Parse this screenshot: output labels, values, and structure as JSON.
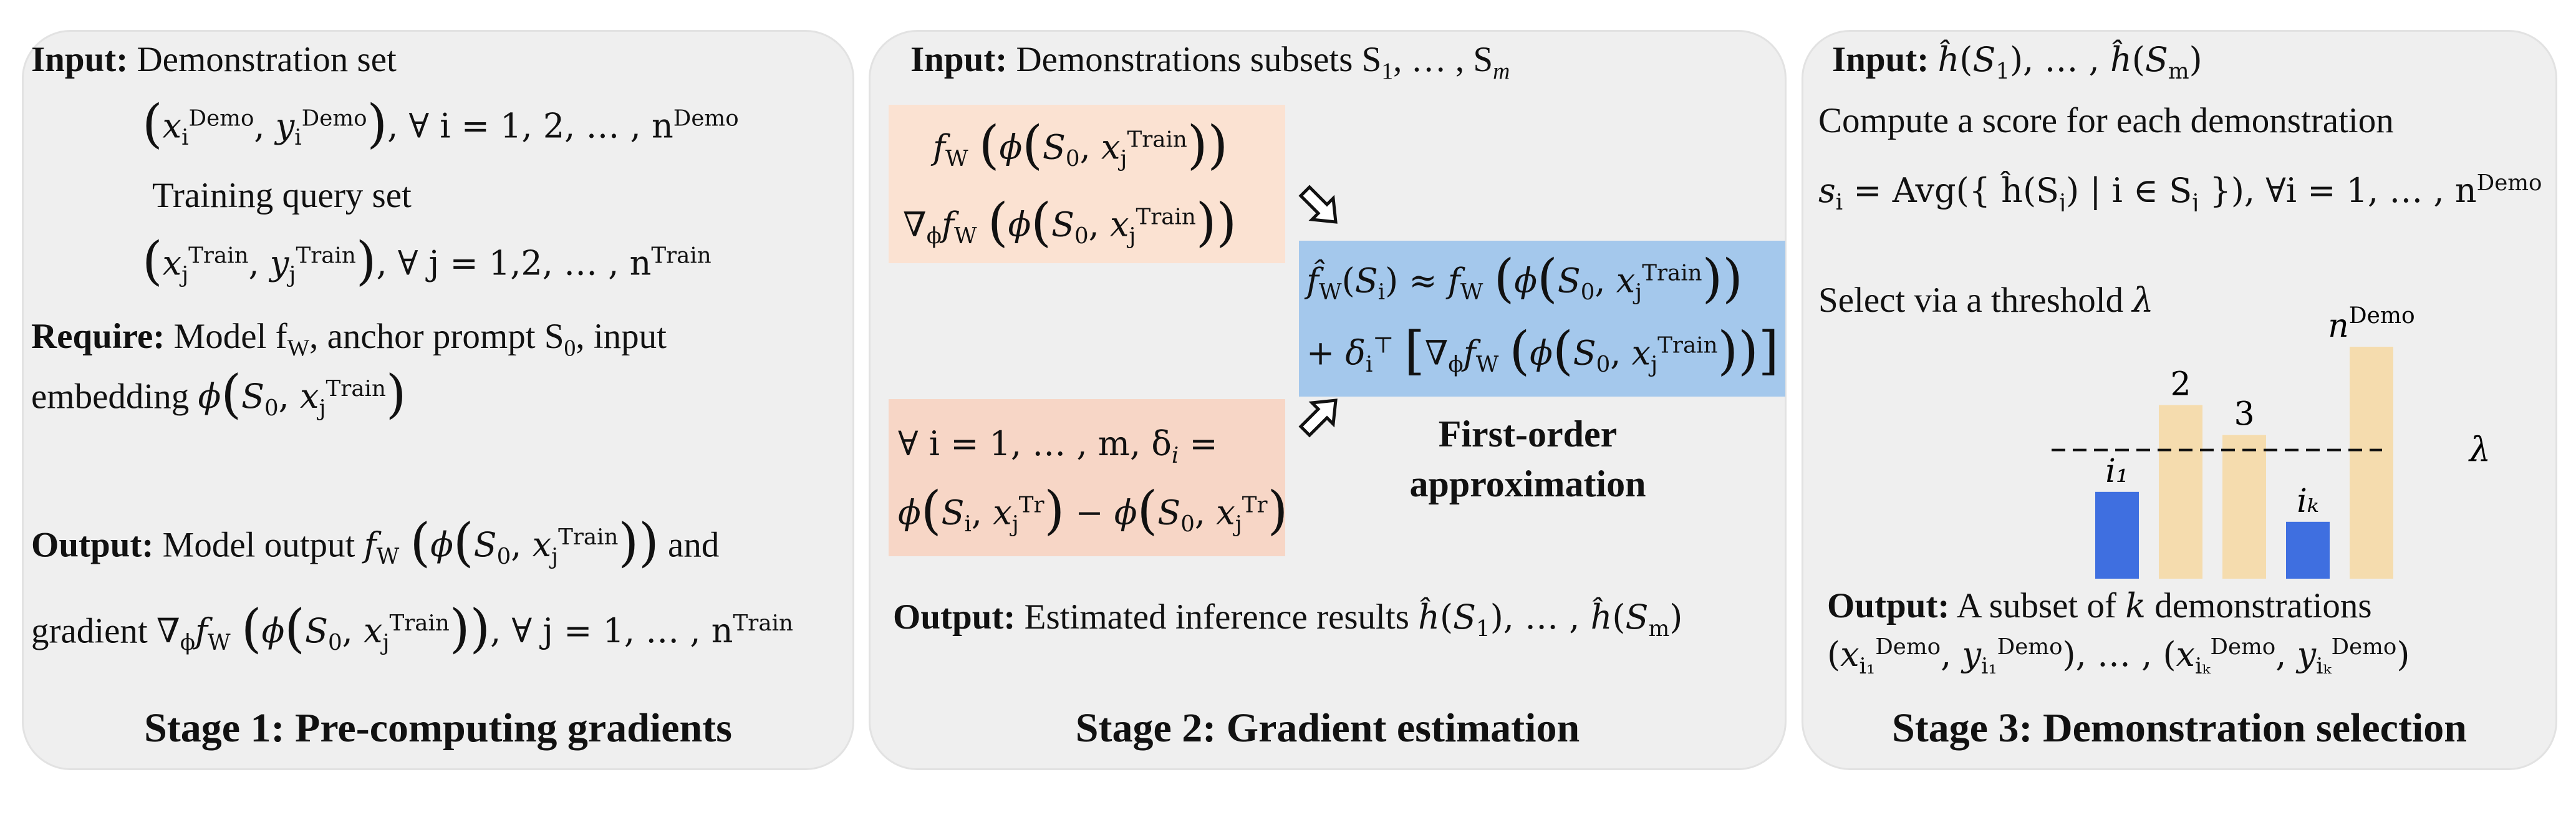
{
  "stage1": {
    "title": "Stage 1: Pre-computing gradients",
    "input_label": "Input:",
    "input_text": "Demonstration set",
    "demo_forall": ", ∀ i = 1, 2, … , n",
    "demo_sup": "Demo",
    "training_query": "Training query set",
    "train_forall": ", ∀ j = 1,2, … , n",
    "train_sup": "Train",
    "require_label": "Require:",
    "require_text_1": "Model f",
    "require_text_2": ", anchor prompt S",
    "require_text_3": ", input",
    "require_text_4": "embedding",
    "output_label": "Output:",
    "output_text_1": "Model output",
    "output_text_2": "and",
    "output_text_3": "gradient",
    "output_forall": ", ∀ j = 1, … , n"
  },
  "stage2": {
    "title": "Stage 2: Gradient estimation",
    "input_label": "Input:",
    "input_text": "Demonstrations subsets S",
    "input_dots": ", … , S",
    "delta_text_1": "∀ i = 1, … , m, δ",
    "delta_text_2": " =",
    "approx_label_1": "First-order",
    "approx_label_2": "approximation",
    "output_label": "Output:",
    "output_text": "Estimated inference results",
    "output_dots": ", … ,"
  },
  "stage3": {
    "title": "Stage 3: Demonstration selection",
    "input_label": "Input:",
    "input_dots": ", … ,",
    "compute_text": "Compute a score for each demonstration",
    "score_text": "= Avg({ ĥ(S",
    "score_text_2": ") | i ∈ S",
    "score_text_3": " }), ∀i = 1, … , n",
    "score_sup": "Demo",
    "select_text": "Select via a threshold",
    "lambda": "λ",
    "bar_labels": [
      "i₁",
      "2",
      "3",
      "iₖ",
      "n"
    ],
    "bar_label_last_sup": "Demo",
    "output_label": "Output:",
    "output_text_1": "A subset of",
    "output_text_2": "demonstrations",
    "output_dots": ", … ,"
  },
  "chart_data": {
    "type": "bar",
    "categories": [
      "i₁",
      "2",
      "3",
      "iₖ",
      "nDemo"
    ],
    "values": [
      0.58,
      1.16,
      0.96,
      0.38,
      1.55
    ],
    "threshold": 0.86,
    "colors": {
      "selected": "#3f6fe0",
      "unselected": "#f5dcae"
    },
    "selected": [
      true,
      false,
      false,
      true,
      false
    ]
  }
}
